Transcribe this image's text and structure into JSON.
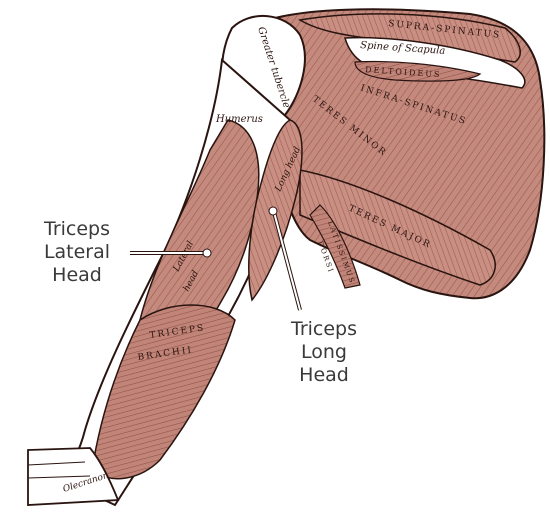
{
  "callouts": {
    "lateral": [
      "Triceps",
      "Lateral",
      "Head"
    ],
    "long": [
      "Triceps",
      "Long",
      "Head"
    ]
  },
  "engraved_labels": {
    "supraspinatus": "SUPRA-SPINATUS",
    "spine_of_scapula": "Spine of Scapula",
    "deltoideus": "DELTOIDEUS",
    "infraspinatus": "INFRA-SPINATUS",
    "teres_minor": "TERES MINOR",
    "teres_major": "TERES MAJOR",
    "latissimus_dorsi_1": "LATISSIMUS",
    "latissimus_dorsi_2": "DORSI",
    "greater_tubercle": "Greater tubercle",
    "humerus": "Humerus",
    "long_head": "Long head",
    "lateral_head_1": "Lateral",
    "lateral_head_2": "head",
    "triceps": "TRICEPS",
    "brachii": "BRACHII",
    "olecranon": "Olecranon"
  },
  "colors": {
    "muscle": "#c58a7e",
    "muscle_dark": "#8a4a40",
    "bone": "#ffffff",
    "outline": "#2a1410",
    "callout_text": "#3a3a3a",
    "leader_line": "#ffffff"
  }
}
